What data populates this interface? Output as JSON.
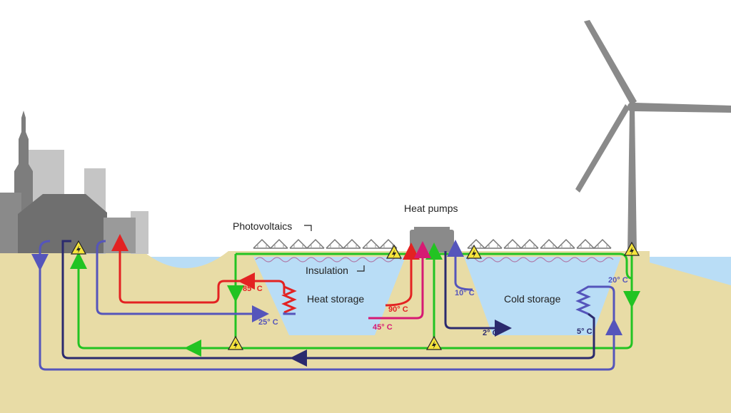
{
  "labels": {
    "photovoltaics": "Photovoltaics",
    "insulation": "Insulation",
    "heat_pumps": "Heat pumps",
    "heat_storage": "Heat storage",
    "cold_storage": "Cold storage"
  },
  "temperatures": {
    "t85": "85° C",
    "t25": "25° C",
    "t90": "90° C",
    "t45": "45° C",
    "t10": "10° C",
    "t2": "2° C",
    "t20": "20° C",
    "t5": "5° C"
  },
  "colors": {
    "sky": "#ffffff",
    "ground": "#e8dca6",
    "water": "#b9ddf6",
    "storage": "#b9ddf6",
    "green_line": "#22c322",
    "red_line": "#e32222",
    "blue_line": "#5555bb",
    "navy_line": "#2b2a6e",
    "magenta_line": "#d61a73",
    "city_dark": "#7d7d7d",
    "city_light": "#c5c5c5",
    "turbine": "#8a8a8a"
  },
  "icons": {
    "electric": "lightning-warning-icon"
  }
}
